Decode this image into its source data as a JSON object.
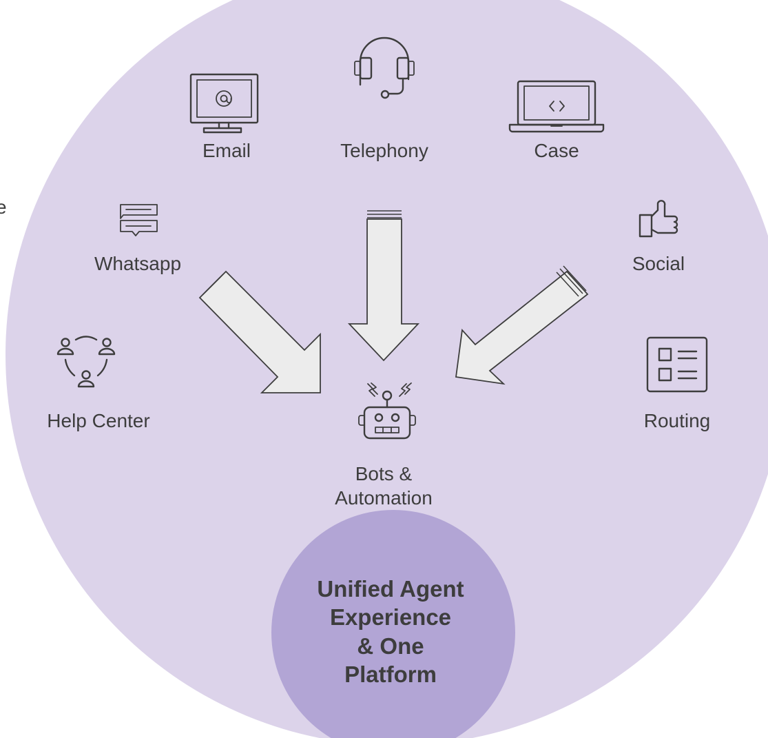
{
  "colors": {
    "outer_circle": "#dcd3ea",
    "hub": "#b2a5d5",
    "arrow_fill": "#ececec",
    "ink": "#3d3d3d"
  },
  "edge_glyph": "e",
  "channels": {
    "email": {
      "label": "Email",
      "icon": "monitor-at-icon"
    },
    "telephony": {
      "label": "Telephony",
      "icon": "headset-icon"
    },
    "case": {
      "label": "Case",
      "icon": "laptop-code-icon"
    },
    "whatsapp": {
      "label": "Whatsapp",
      "icon": "chat-bubbles-icon"
    },
    "social": {
      "label": "Social",
      "icon": "thumbs-up-icon"
    },
    "help_center": {
      "label": "Help Center",
      "icon": "people-network-icon"
    },
    "routing": {
      "label": "Routing",
      "icon": "checklist-icon"
    }
  },
  "center": {
    "label_line1": "Bots &",
    "label_line2": "Automation",
    "icon": "robot-icon"
  },
  "hub": {
    "line1": "Unified Agent",
    "line2": "Experience",
    "line3": "& One",
    "line4": "Platform"
  }
}
